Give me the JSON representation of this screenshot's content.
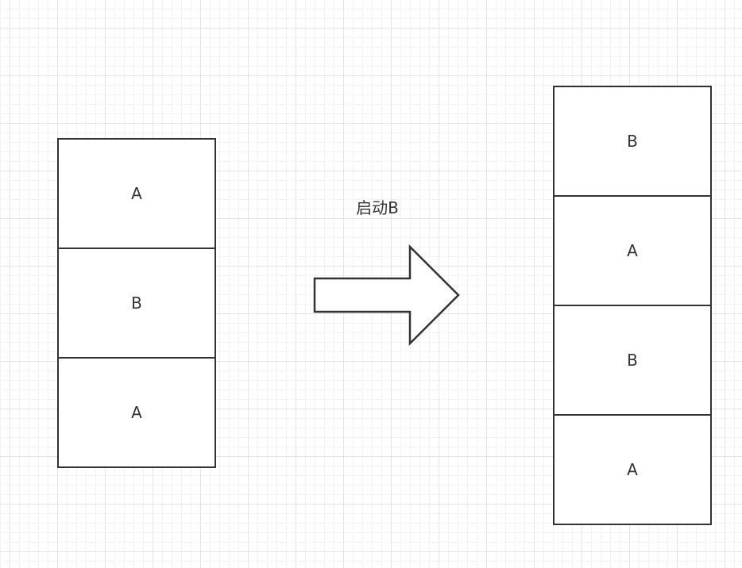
{
  "diagram": {
    "left_stack": {
      "cells": [
        {
          "label": "A"
        },
        {
          "label": "B"
        },
        {
          "label": "A"
        }
      ]
    },
    "arrow": {
      "label": "启动B"
    },
    "right_stack": {
      "cells": [
        {
          "label": "B"
        },
        {
          "label": "A"
        },
        {
          "label": "B"
        },
        {
          "label": "A"
        }
      ]
    },
    "colors": {
      "stroke": "#333333",
      "fill": "#ffffff",
      "text": "#333333",
      "grid": "#e3e3e3"
    }
  }
}
